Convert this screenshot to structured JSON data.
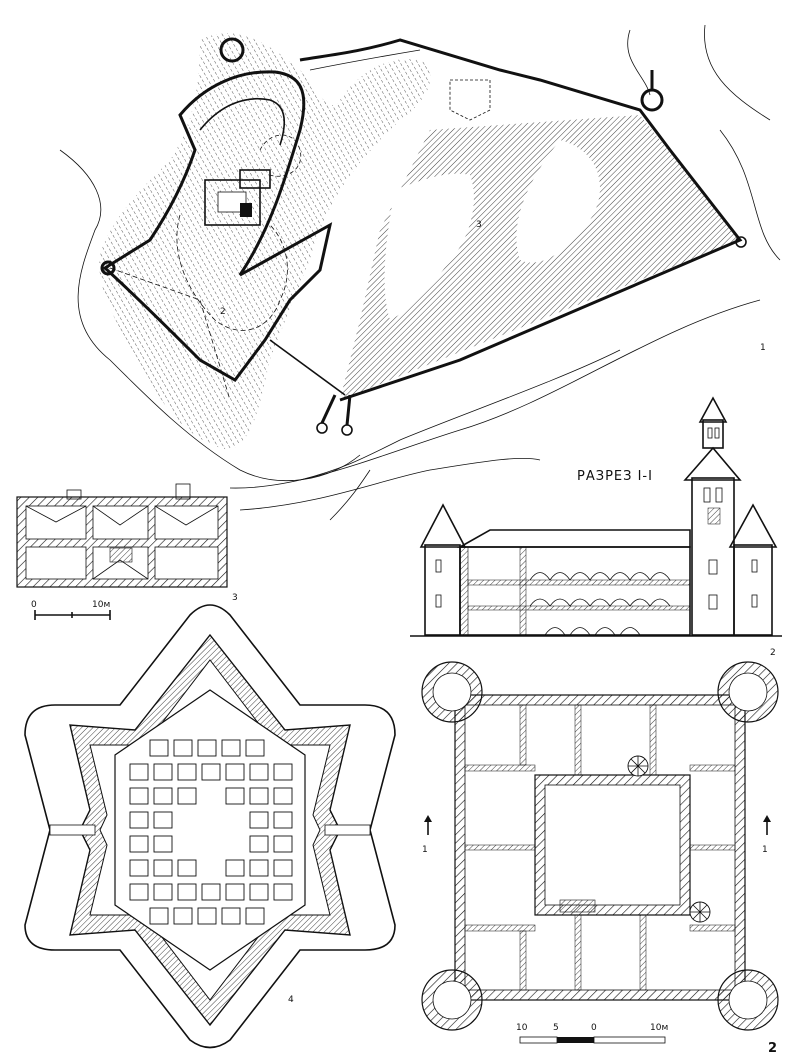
{
  "labels": {
    "plan1_figure": "1",
    "plan1_zone2": "2",
    "plan1_zone3": "3",
    "plan3_figure": "3",
    "plan2_section_figure": "2",
    "plan2_plan_figure": "2",
    "plan4_figure": "4",
    "section_title": "РАЗРЕЗ I-I",
    "cut_marker_left": "1",
    "cut_marker_right": "1"
  },
  "scale_small": {
    "ticks": [
      "0",
      "10м"
    ]
  },
  "scale_large": {
    "ticks": [
      "10",
      "5",
      "0",
      "10м"
    ]
  },
  "colors": {
    "ink": "#111111",
    "paper": "#ffffff"
  }
}
